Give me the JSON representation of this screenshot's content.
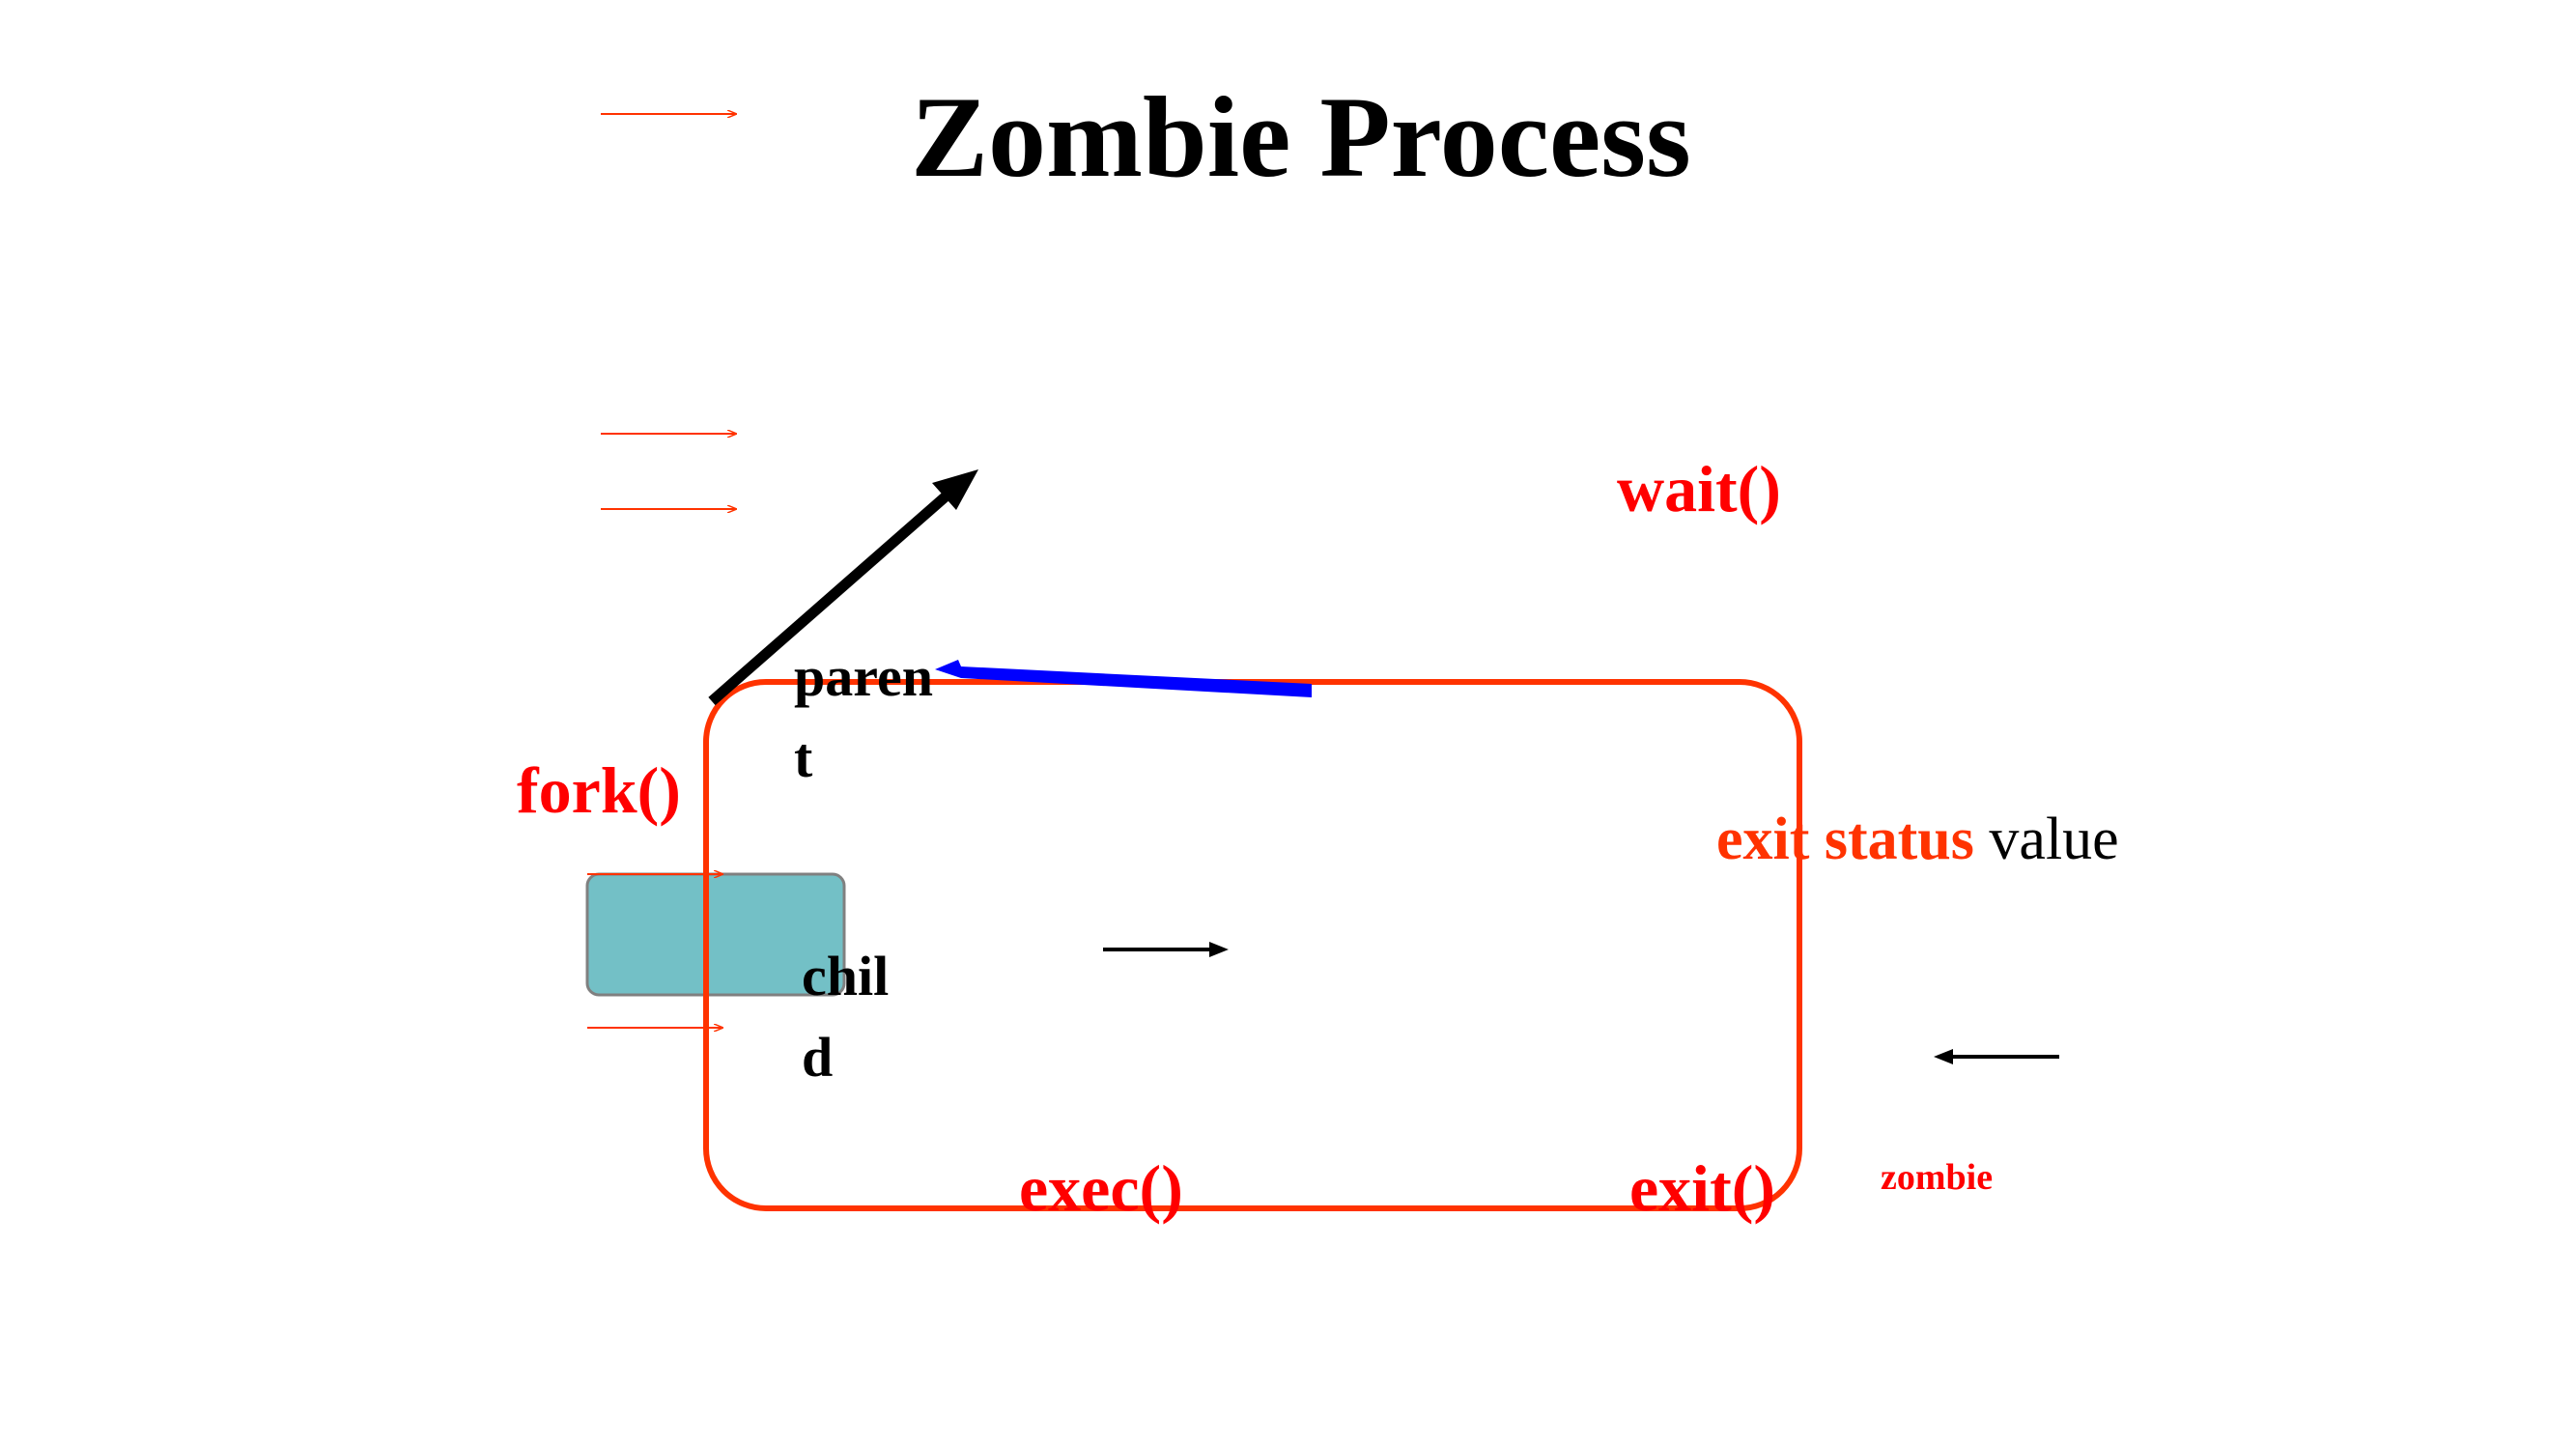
{
  "slide": {
    "title": "Zombie Process",
    "labels": {
      "wait": "wait()",
      "fork": "fork()",
      "parent_line1": "paren",
      "parent_line2": "t",
      "child_line1": "chil",
      "child_line2": "d",
      "exit_status": "exit status",
      "exit_status_value": "value",
      "exec": "exec()",
      "exit": "exit()",
      "zombie": "zombie"
    },
    "colors": {
      "loop_outline": "#ff3300",
      "label_red": "#ff0000",
      "blue_arrow": "#0000ff",
      "black_arrow": "#000000",
      "teal_box": "#73c0c6",
      "teal_box_border": "#808080"
    }
  }
}
